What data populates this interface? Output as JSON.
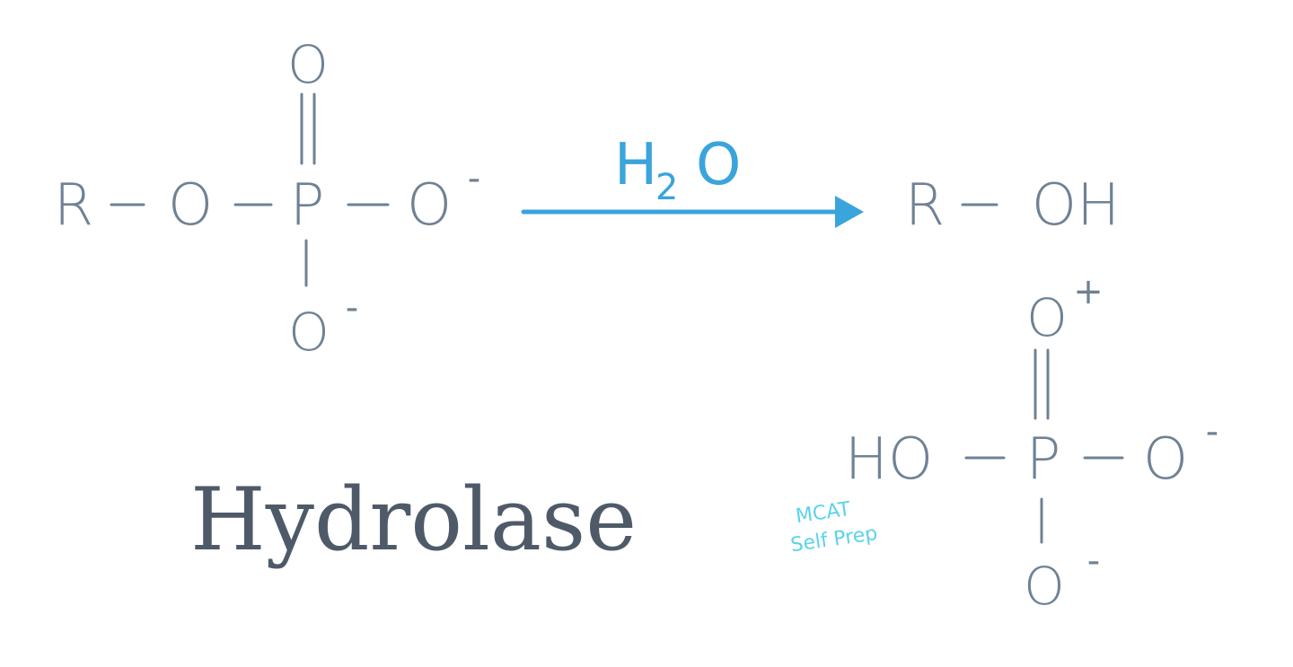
{
  "reactant": {
    "r": "R",
    "o_ester": "O",
    "p": "P",
    "o_top": "O",
    "o_right": "O",
    "o_right_charge": "-",
    "o_bottom": "O",
    "o_bottom_charge": "-"
  },
  "reagent": {
    "h": "H",
    "sub": "2",
    "o": "O"
  },
  "product_alcohol": {
    "r": "R",
    "oh": "OH"
  },
  "product_phosphate": {
    "ho": "HO",
    "p": "P",
    "o_top": "O",
    "o_top_charge": "+",
    "o_right": "O",
    "o_right_charge": "-",
    "o_bottom": "O",
    "o_bottom_charge": "-"
  },
  "enzyme_class": "Hydrolase",
  "watermark": {
    "line1": "MCAT",
    "line2": "Self Prep"
  },
  "colors": {
    "structure": "#6f8294",
    "reagent_arrow": "#3aa4dc",
    "title": "#4f5a69",
    "watermark": "#5bd3ea",
    "background": "#ffffff"
  }
}
